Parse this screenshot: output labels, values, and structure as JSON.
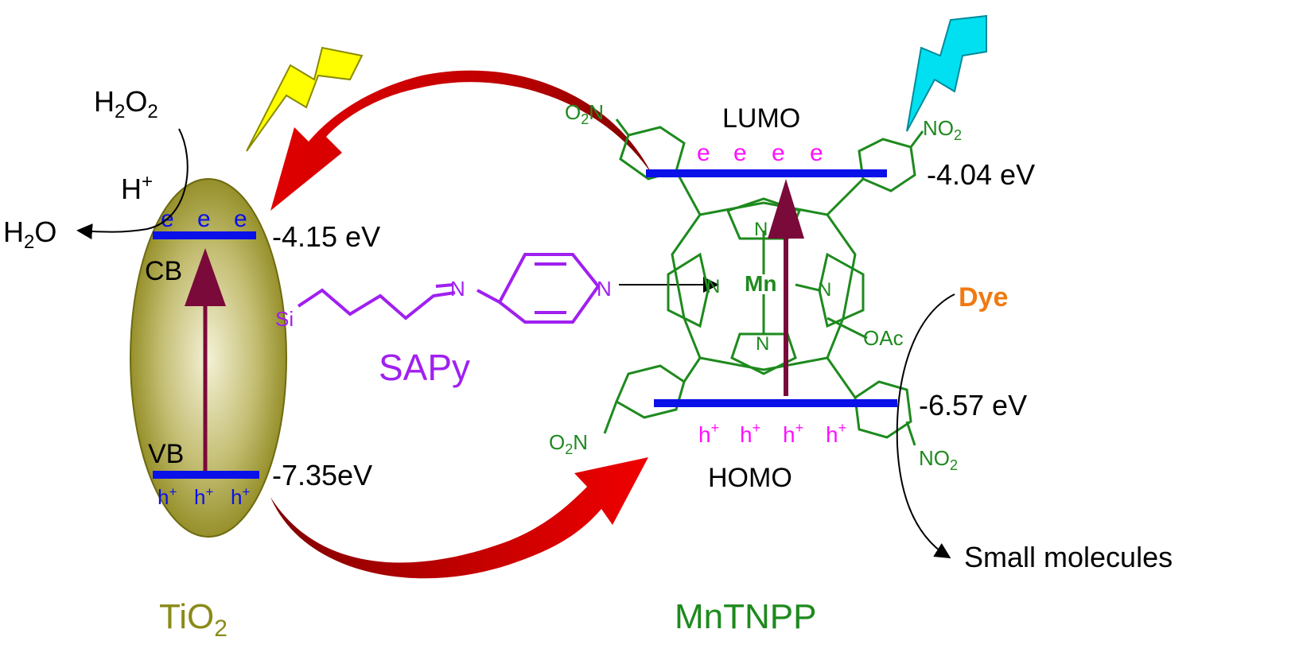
{
  "colors": {
    "tio2": "#8a8a18",
    "sapy": "#a020f0",
    "mntnpp": "#1e8a1e",
    "band": "#0a10e8",
    "electron_pink": "#ff10ff",
    "dye": "#f07a10",
    "transfer_arrow": "#c00000",
    "excitation_arrow": "#7a0a3a",
    "lightning_left": "#ffff00",
    "lightning_right": "#00e0f0"
  },
  "icons": [
    "lightning-bolt-icon",
    "lightning-bolt-icon"
  ],
  "tio2": {
    "name_main": "TiO",
    "name_sub": "2",
    "cb_label": "CB",
    "vb_label": "VB",
    "cb_energy": "-4.15 eV",
    "vb_energy": "-7.35eV",
    "cb_electrons": [
      "e",
      "e",
      "e"
    ],
    "vb_holes": [
      "h",
      "h",
      "h"
    ],
    "hole_sup": "+"
  },
  "reaction_left": {
    "reactant_main": "H",
    "reactant_sub1": "2",
    "reactant_mid": "O",
    "reactant_sub2": "2",
    "proton": "H",
    "proton_sup": "+",
    "product_main": "H",
    "product_sub": "2",
    "product_end": "O"
  },
  "sapy": {
    "name": "SAPy",
    "si": "Si",
    "n_imine": "N",
    "n_pyridine": "N"
  },
  "mntnpp": {
    "name": "MnTNPP",
    "lumo_label": "LUMO",
    "homo_label": "HOMO",
    "lumo_energy": "-4.04 eV",
    "homo_energy": "-6.57 eV",
    "lumo_electrons": [
      "e",
      "e",
      "e",
      "e"
    ],
    "homo_holes": [
      "h",
      "h",
      "h",
      "h"
    ],
    "hole_sup": "+",
    "metal": "Mn",
    "n_atoms": [
      "N",
      "N",
      "N",
      "N"
    ],
    "axial_ligand": "OAc",
    "nitro_left_top": {
      "a": "O",
      "b": "2",
      "c": "N"
    },
    "nitro_right_top": {
      "a": "NO",
      "b": "2"
    },
    "nitro_left_bottom": {
      "a": "O",
      "b": "2",
      "c": "N"
    },
    "nitro_right_bottom": {
      "a": "NO",
      "b": "2"
    }
  },
  "dye_label": "Dye",
  "products_label": "Small molecules"
}
